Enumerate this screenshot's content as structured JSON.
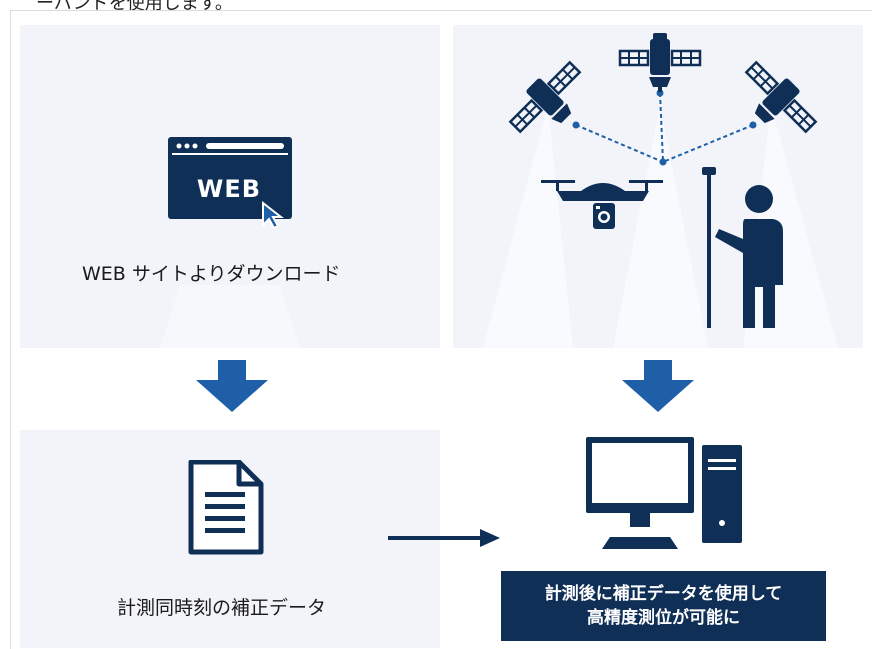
{
  "top_text": "ーバンドを使用します。",
  "web_panel": {
    "icon_text": "WEB",
    "label": "WEB サイトよりダウンロード"
  },
  "data_panel": {
    "label": "計測同時刻の補正データ"
  },
  "result": {
    "line1": "計測後に補正データを使用して",
    "line2": "高精度測位が可能に"
  },
  "colors": {
    "navy": "#0f2f57",
    "arrow_blue": "#1f5fa8",
    "panel_bg": "#f2f4fa"
  },
  "icons": [
    "browser-web-icon",
    "satellite-icon",
    "drone-icon",
    "surveyor-icon",
    "document-icon",
    "computer-icon"
  ]
}
